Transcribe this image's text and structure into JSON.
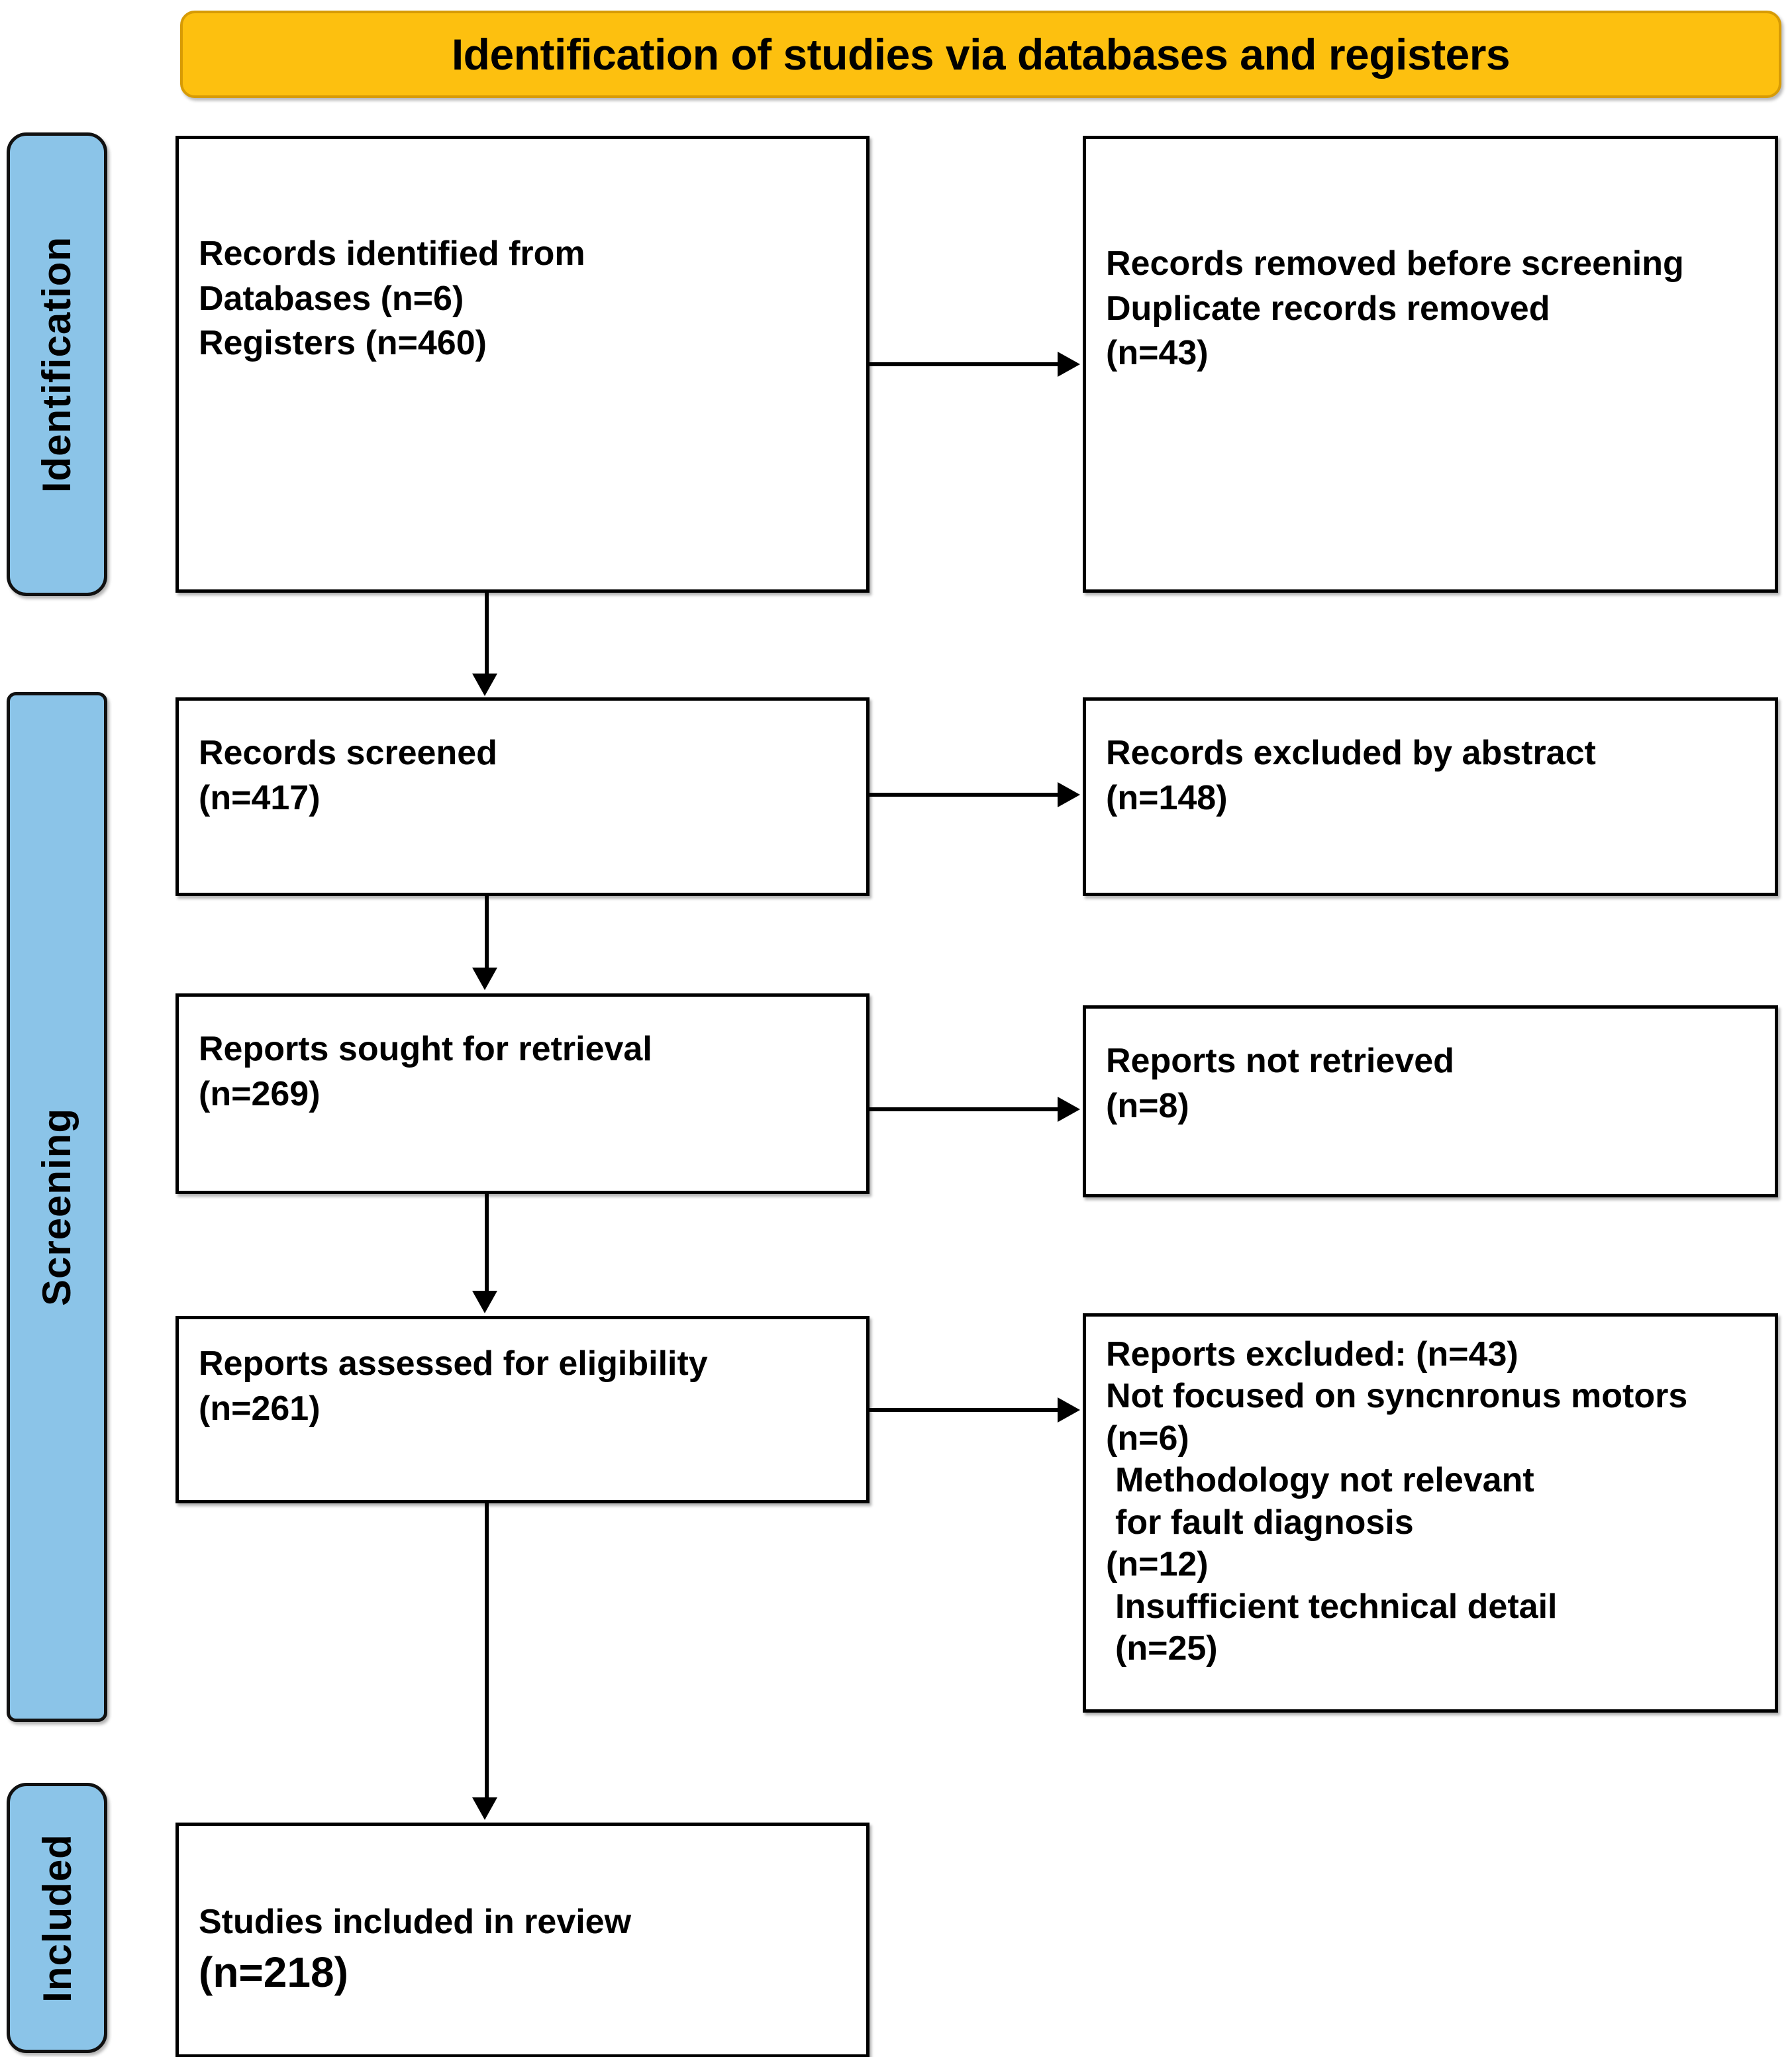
{
  "banner": {
    "title": "Identification of studies via databases and registers"
  },
  "stages": [
    {
      "id": "identification",
      "label": "Identification"
    },
    {
      "id": "screening",
      "label": "Screening"
    },
    {
      "id": "included",
      "label": "Included"
    }
  ],
  "boxes": {
    "identified": {
      "line1": "Records identified from",
      "line2": "Databases (n=6)",
      "line3": "Registers (n=460)"
    },
    "removed": {
      "line1": "Records removed before screening",
      "line2": "Duplicate records removed",
      "line3": "(n=43)"
    },
    "screened": {
      "line1": "Records screened",
      "line2": "(n=417)"
    },
    "excluded_abstract": {
      "line1": "Records excluded by abstract",
      "line2": "(n=148)"
    },
    "sought": {
      "line1": "Reports sought for retrieval",
      "line2": "(n=269)"
    },
    "not_retrieved": {
      "line1": "Reports not retrieved",
      "line2": "(n=8)"
    },
    "assessed": {
      "line1": "Reports assessed for eligibility",
      "line2": "(n=261)"
    },
    "excluded": {
      "line1": "Reports excluded:  (n=43)",
      "line2": "Not focused on syncnronus motors",
      "line3": "(n=6)",
      "line4": "Methodology not relevant",
      "line5": "for fault diagnosis",
      "line6": "(n=12)",
      "line7": "Insufficient technical detail",
      "line8": "(n=25)"
    },
    "included": {
      "line1": "Studies included in review",
      "line2": "(n=218)"
    }
  },
  "colors": {
    "banner_fill": "#FDC00F",
    "banner_border": "#D79B05",
    "stage_fill": "#8BC4E8",
    "stage_border": "#111111",
    "box_border": "#000000",
    "connector": "#000000"
  },
  "chart_data": {
    "type": "diagram",
    "title": "Identification of studies via databases and registers",
    "diagram_kind": "PRISMA flow diagram",
    "nodes": [
      {
        "id": "identified",
        "stage": "Identification",
        "column": "left",
        "text": "Records identified from Databases (n=6) Registers (n=460)",
        "counts": {
          "Databases": 6,
          "Registers": 460
        }
      },
      {
        "id": "removed",
        "stage": "Identification",
        "column": "right",
        "text": "Records removed before screening Duplicate records removed (n=43)",
        "counts": {
          "Duplicate records removed": 43
        }
      },
      {
        "id": "screened",
        "stage": "Screening",
        "column": "left",
        "text": "Records screened (n=417)",
        "counts": {
          "n": 417
        }
      },
      {
        "id": "excluded_abstract",
        "stage": "Screening",
        "column": "right",
        "text": "Records excluded by abstract (n=148)",
        "counts": {
          "n": 148
        }
      },
      {
        "id": "sought",
        "stage": "Screening",
        "column": "left",
        "text": "Reports sought for retrieval (n=269)",
        "counts": {
          "n": 269
        }
      },
      {
        "id": "not_retrieved",
        "stage": "Screening",
        "column": "right",
        "text": "Reports not retrieved (n=8)",
        "counts": {
          "n": 8
        }
      },
      {
        "id": "assessed",
        "stage": "Screening",
        "column": "left",
        "text": "Reports assessed for eligibility (n=261)",
        "counts": {
          "n": 261
        }
      },
      {
        "id": "excluded",
        "stage": "Screening",
        "column": "right",
        "text": "Reports excluded: (n=43)",
        "counts": {
          "total": 43,
          "Not focused on syncnronus motors": 6,
          "Methodology not relevant for fault diagnosis": 12,
          "Insufficient technical detail": 25
        }
      },
      {
        "id": "included",
        "stage": "Included",
        "column": "left",
        "text": "Studies included in review (n=218)",
        "counts": {
          "n": 218
        }
      }
    ],
    "edges": [
      {
        "from": "identified",
        "to": "removed",
        "direction": "right"
      },
      {
        "from": "identified",
        "to": "screened",
        "direction": "down"
      },
      {
        "from": "screened",
        "to": "excluded_abstract",
        "direction": "right"
      },
      {
        "from": "screened",
        "to": "sought",
        "direction": "down"
      },
      {
        "from": "sought",
        "to": "not_retrieved",
        "direction": "right"
      },
      {
        "from": "sought",
        "to": "assessed",
        "direction": "down"
      },
      {
        "from": "assessed",
        "to": "excluded",
        "direction": "right"
      },
      {
        "from": "assessed",
        "to": "included",
        "direction": "down"
      }
    ]
  }
}
